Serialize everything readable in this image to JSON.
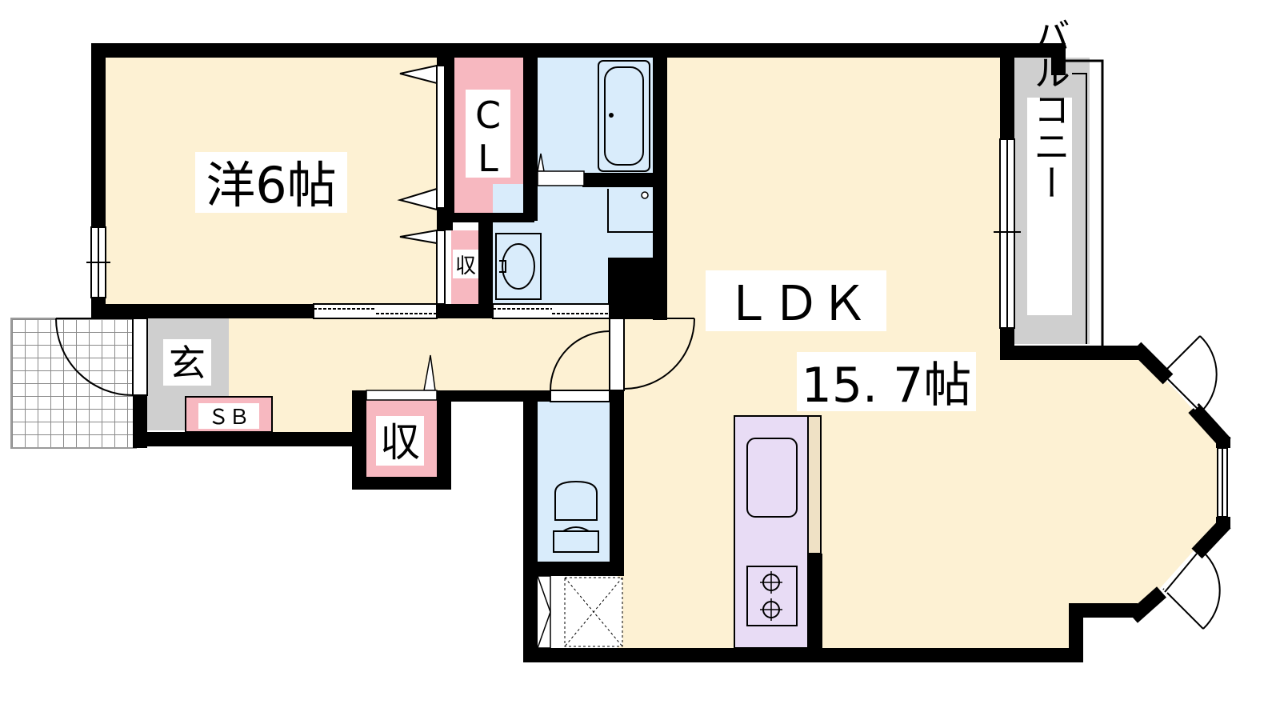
{
  "rooms": {
    "western": {
      "label": "洋6帖"
    },
    "closet": {
      "label_line1": "C",
      "label_line2": "L"
    },
    "storage_small": {
      "label": "収"
    },
    "storage_hall": {
      "label": "収"
    },
    "entrance": {
      "label": "玄"
    },
    "shoe_box": {
      "label": "ＳＢ"
    },
    "ldk": {
      "label": "ＬＤＫ",
      "size": "15. 7帖"
    },
    "balcony": {
      "label": "バルコニー"
    }
  },
  "colors": {
    "room_floor": "#fdf1d3",
    "closet_storage": "#f7b8c0",
    "wet_area": "#d9ecfb",
    "kitchen": "#e8dcf5",
    "entrance_floor": "#cfcfcf",
    "balcony": "#cfcfcf",
    "wall": "#000000",
    "exterior_tile": "#9a9a9a"
  },
  "icons": {
    "bathtub": "bathtub-icon",
    "washbasin": "washbasin-icon",
    "toilet": "toilet-icon",
    "stove": "stove-icon",
    "sink": "kitchen-sink-icon",
    "washer": "washing-machine-space-icon"
  }
}
